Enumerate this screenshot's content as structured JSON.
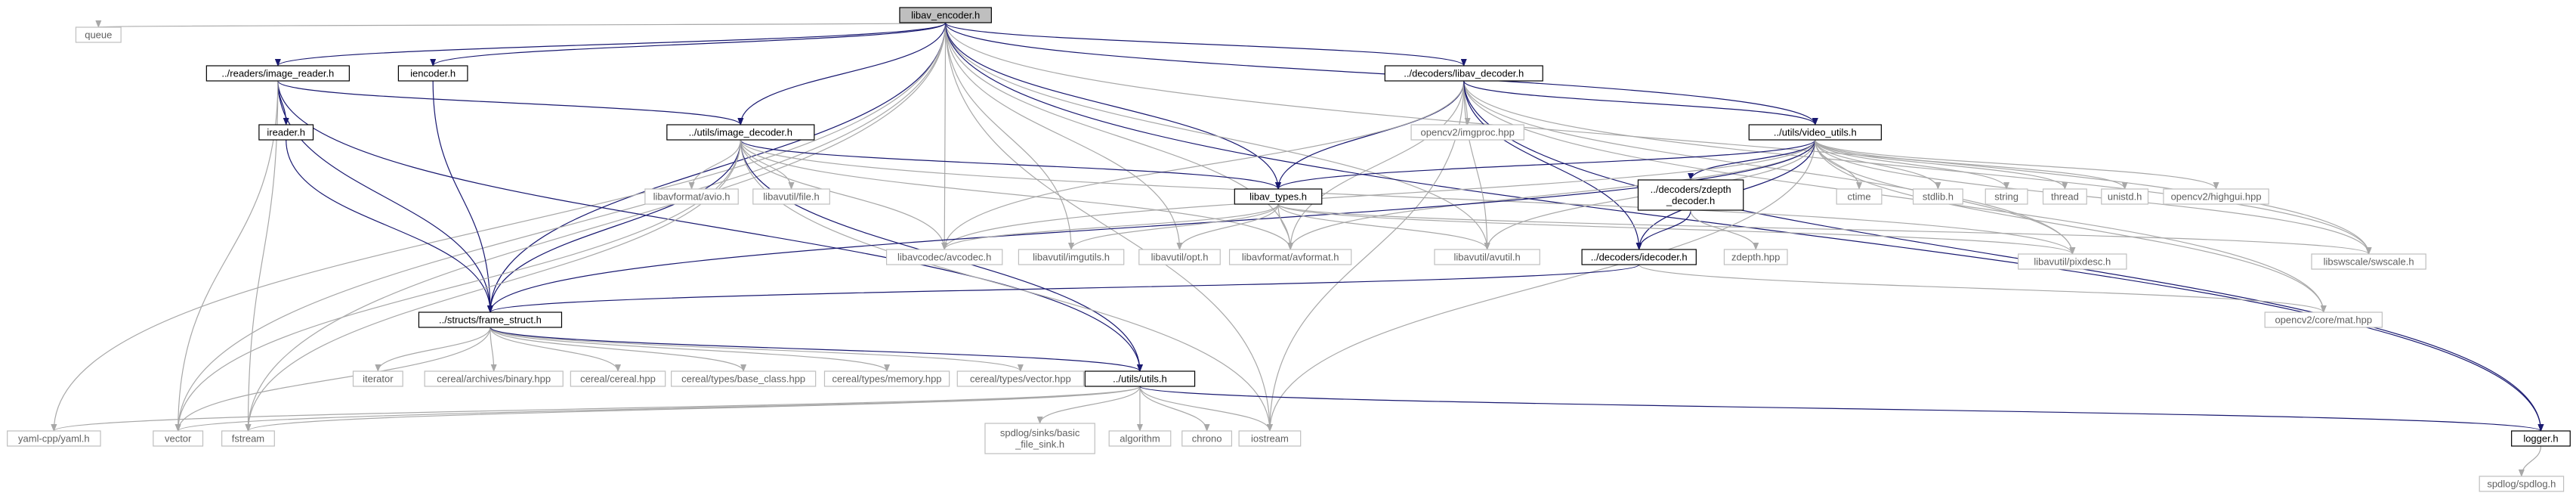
{
  "nodes": [
    {
      "id": "n0",
      "label": "libav_encoder.h",
      "kind": "root"
    },
    {
      "id": "n1",
      "label": "queue",
      "kind": "sys"
    },
    {
      "id": "n2",
      "label": "../readers/image_reader.h",
      "kind": "local"
    },
    {
      "id": "n3",
      "label": "iencoder.h",
      "kind": "local"
    },
    {
      "id": "n4",
      "label": "../decoders/libav_decoder.h",
      "kind": "local"
    },
    {
      "id": "n5",
      "label": "ireader.h",
      "kind": "local"
    },
    {
      "id": "n6",
      "label": "../utils/image_decoder.h",
      "kind": "local"
    },
    {
      "id": "n7",
      "label": "opencv2/imgproc.hpp",
      "kind": "sys"
    },
    {
      "id": "n8",
      "label": "../utils/video_utils.h",
      "kind": "local"
    },
    {
      "id": "n9",
      "label": "libavformat/avio.h",
      "kind": "sys"
    },
    {
      "id": "n10",
      "label": "libavutil/file.h",
      "kind": "sys"
    },
    {
      "id": "n11",
      "label": "libav_types.h",
      "kind": "local"
    },
    {
      "id": "n12",
      "label": "../decoders/zdepth\n_decoder.h",
      "kind": "local"
    },
    {
      "id": "n13",
      "label": "ctime",
      "kind": "sys"
    },
    {
      "id": "n14",
      "label": "stdlib.h",
      "kind": "sys"
    },
    {
      "id": "n15",
      "label": "string",
      "kind": "sys"
    },
    {
      "id": "n16",
      "label": "thread",
      "kind": "sys"
    },
    {
      "id": "n17",
      "label": "unistd.h",
      "kind": "sys"
    },
    {
      "id": "n18",
      "label": "opencv2/highgui.hpp",
      "kind": "sys"
    },
    {
      "id": "n19",
      "label": "libavcodec/avcodec.h",
      "kind": "sys"
    },
    {
      "id": "n20",
      "label": "libavutil/imgutils.h",
      "kind": "sys"
    },
    {
      "id": "n21",
      "label": "libavutil/opt.h",
      "kind": "sys"
    },
    {
      "id": "n22",
      "label": "libavformat/avformat.h",
      "kind": "sys"
    },
    {
      "id": "n23",
      "label": "libavutil/avutil.h",
      "kind": "sys"
    },
    {
      "id": "n24",
      "label": "../decoders/idecoder.h",
      "kind": "local"
    },
    {
      "id": "n25",
      "label": "zdepth.hpp",
      "kind": "sys"
    },
    {
      "id": "n26",
      "label": "libavutil/pixdesc.h",
      "kind": "sys"
    },
    {
      "id": "n27",
      "label": "libswscale/swscale.h",
      "kind": "sys"
    },
    {
      "id": "n28",
      "label": "../structs/frame_struct.h",
      "kind": "local"
    },
    {
      "id": "n29",
      "label": "opencv2/core/mat.hpp",
      "kind": "sys"
    },
    {
      "id": "n30",
      "label": "iterator",
      "kind": "sys"
    },
    {
      "id": "n31",
      "label": "cereal/archives/binary.hpp",
      "kind": "sys"
    },
    {
      "id": "n32",
      "label": "cereal/cereal.hpp",
      "kind": "sys"
    },
    {
      "id": "n33",
      "label": "cereal/types/base_class.hpp",
      "kind": "sys"
    },
    {
      "id": "n34",
      "label": "cereal/types/memory.hpp",
      "kind": "sys"
    },
    {
      "id": "n35",
      "label": "cereal/types/vector.hpp",
      "kind": "sys"
    },
    {
      "id": "n36",
      "label": "../utils/utils.h",
      "kind": "local"
    },
    {
      "id": "n37",
      "label": "yaml-cpp/yaml.h",
      "kind": "sys"
    },
    {
      "id": "n38",
      "label": "vector",
      "kind": "sys"
    },
    {
      "id": "n39",
      "label": "fstream",
      "kind": "sys"
    },
    {
      "id": "n40",
      "label": "spdlog/sinks/basic\n_file_sink.h",
      "kind": "sys"
    },
    {
      "id": "n41",
      "label": "algorithm",
      "kind": "sys"
    },
    {
      "id": "n42",
      "label": "chrono",
      "kind": "sys"
    },
    {
      "id": "n43",
      "label": "iostream",
      "kind": "sys"
    },
    {
      "id": "n44",
      "label": "logger.h",
      "kind": "local"
    },
    {
      "id": "n45",
      "label": "spdlog/spdlog.h",
      "kind": "sys"
    }
  ],
  "edges": [
    [
      "n0",
      "n1"
    ],
    [
      "n0",
      "n2"
    ],
    [
      "n0",
      "n3"
    ],
    [
      "n0",
      "n4"
    ],
    [
      "n0",
      "n6"
    ],
    [
      "n0",
      "n8"
    ],
    [
      "n0",
      "n11"
    ],
    [
      "n0",
      "n19"
    ],
    [
      "n0",
      "n20"
    ],
    [
      "n0",
      "n21"
    ],
    [
      "n0",
      "n22"
    ],
    [
      "n0",
      "n23"
    ],
    [
      "n0",
      "n27"
    ],
    [
      "n0",
      "n28"
    ],
    [
      "n0",
      "n37"
    ],
    [
      "n0",
      "n38"
    ],
    [
      "n0",
      "n39"
    ],
    [
      "n0",
      "n43"
    ],
    [
      "n0",
      "n44"
    ],
    [
      "n2",
      "n5"
    ],
    [
      "n2",
      "n6"
    ],
    [
      "n2",
      "n28"
    ],
    [
      "n2",
      "n36"
    ],
    [
      "n2",
      "n38"
    ],
    [
      "n2",
      "n39"
    ],
    [
      "n3",
      "n28"
    ],
    [
      "n5",
      "n28"
    ],
    [
      "n4",
      "n7"
    ],
    [
      "n4",
      "n8"
    ],
    [
      "n4",
      "n11"
    ],
    [
      "n4",
      "n19"
    ],
    [
      "n4",
      "n22"
    ],
    [
      "n4",
      "n23"
    ],
    [
      "n4",
      "n24"
    ],
    [
      "n4",
      "n26"
    ],
    [
      "n4",
      "n27"
    ],
    [
      "n4",
      "n29"
    ],
    [
      "n4",
      "n43"
    ],
    [
      "n4",
      "n44"
    ],
    [
      "n6",
      "n9"
    ],
    [
      "n6",
      "n10"
    ],
    [
      "n6",
      "n11"
    ],
    [
      "n6",
      "n19"
    ],
    [
      "n6",
      "n22"
    ],
    [
      "n6",
      "n28"
    ],
    [
      "n6",
      "n36"
    ],
    [
      "n6",
      "n38"
    ],
    [
      "n6",
      "n39"
    ],
    [
      "n6",
      "n43"
    ],
    [
      "n6",
      "n26"
    ],
    [
      "n8",
      "n11"
    ],
    [
      "n8",
      "n12"
    ],
    [
      "n8",
      "n13"
    ],
    [
      "n8",
      "n14"
    ],
    [
      "n8",
      "n15"
    ],
    [
      "n8",
      "n16"
    ],
    [
      "n8",
      "n17"
    ],
    [
      "n8",
      "n18"
    ],
    [
      "n8",
      "n19"
    ],
    [
      "n8",
      "n22"
    ],
    [
      "n8",
      "n23"
    ],
    [
      "n8",
      "n24"
    ],
    [
      "n8",
      "n26"
    ],
    [
      "n8",
      "n27"
    ],
    [
      "n8",
      "n28"
    ],
    [
      "n8",
      "n29"
    ],
    [
      "n8",
      "n43"
    ],
    [
      "n11",
      "n19"
    ],
    [
      "n11",
      "n20"
    ],
    [
      "n11",
      "n21"
    ],
    [
      "n11",
      "n22"
    ],
    [
      "n11",
      "n23"
    ],
    [
      "n11",
      "n26"
    ],
    [
      "n11",
      "n27"
    ],
    [
      "n12",
      "n24"
    ],
    [
      "n12",
      "n25"
    ],
    [
      "n24",
      "n28"
    ],
    [
      "n24",
      "n29"
    ],
    [
      "n28",
      "n30"
    ],
    [
      "n28",
      "n31"
    ],
    [
      "n28",
      "n32"
    ],
    [
      "n28",
      "n33"
    ],
    [
      "n28",
      "n34"
    ],
    [
      "n28",
      "n35"
    ],
    [
      "n28",
      "n36"
    ],
    [
      "n28",
      "n38"
    ],
    [
      "n36",
      "n37"
    ],
    [
      "n36",
      "n38"
    ],
    [
      "n36",
      "n39"
    ],
    [
      "n36",
      "n40"
    ],
    [
      "n36",
      "n41"
    ],
    [
      "n36",
      "n42"
    ],
    [
      "n36",
      "n43"
    ],
    [
      "n36",
      "n44"
    ],
    [
      "n44",
      "n45"
    ]
  ],
  "colors": {
    "edge_local": "#191970",
    "edge_sys": "#a8a8a8",
    "border_local": "#000000",
    "border_sys": "#bfbfbf",
    "root_fill": "#bfbfbf",
    "node_fill": "#ffffff",
    "text_local": "#000000",
    "text_sys": "#5f5f5f"
  }
}
